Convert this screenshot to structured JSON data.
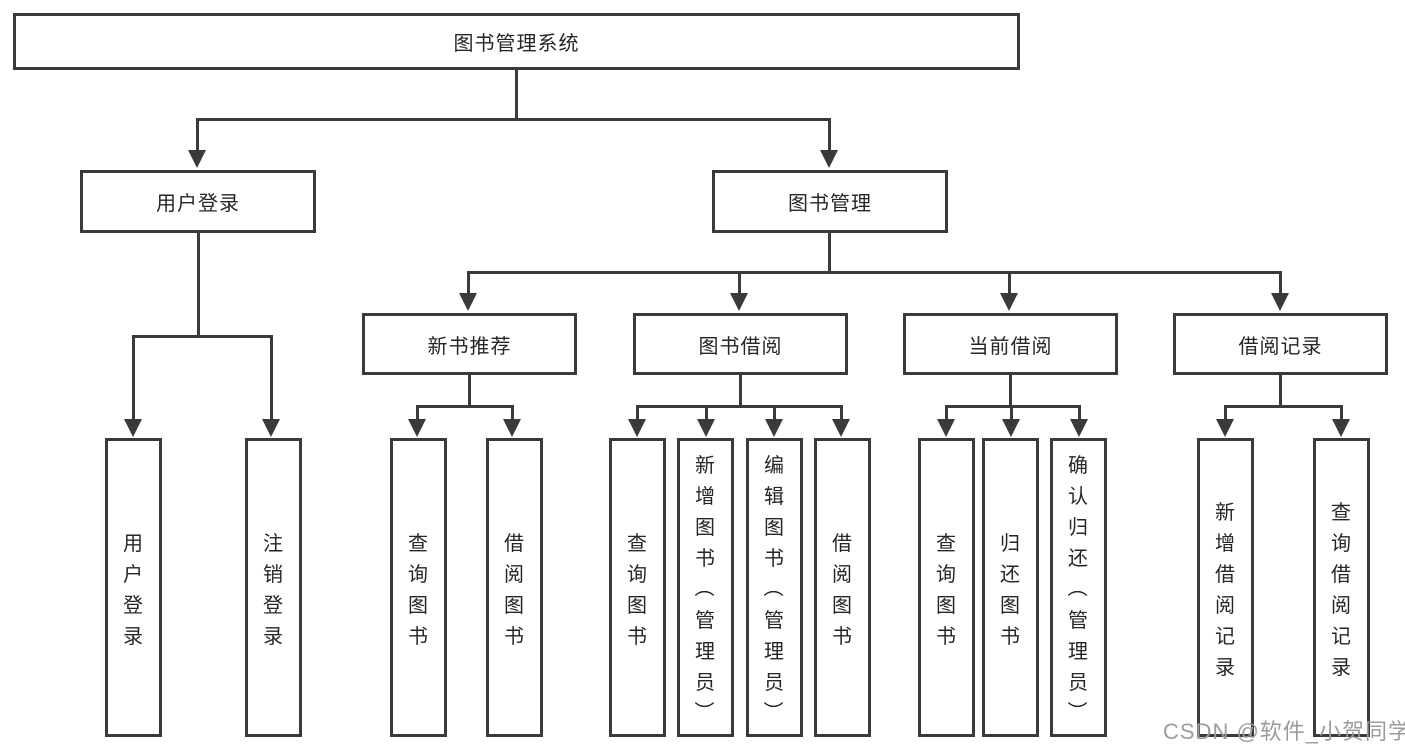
{
  "tree": {
    "label": "图书管理系统",
    "children": [
      {
        "label": "用户登录",
        "children": [
          {
            "label": "用户登录"
          },
          {
            "label": "注销登录"
          }
        ]
      },
      {
        "label": "图书管理",
        "children": [
          {
            "label": "新书推荐",
            "children": [
              {
                "label": "查询图书"
              },
              {
                "label": "借阅图书"
              }
            ]
          },
          {
            "label": "图书借阅",
            "children": [
              {
                "label": "查询图书"
              },
              {
                "label": "新增图书（管理员）"
              },
              {
                "label": "编辑图书（管理员）"
              },
              {
                "label": "借阅图书"
              }
            ]
          },
          {
            "label": "当前借阅",
            "children": [
              {
                "label": "查询图书"
              },
              {
                "label": "归还图书"
              },
              {
                "label": "确认归还（管理员）"
              }
            ]
          },
          {
            "label": "借阅记录",
            "children": [
              {
                "label": "新增借阅记录"
              },
              {
                "label": "查询借阅记录"
              }
            ]
          }
        ]
      }
    ]
  },
  "watermark": {
    "text": "CSDN @软件_小贺同学"
  },
  "colors": {
    "line": "#3a3a3a",
    "text": "#262626",
    "watermark": "#9c9c9c",
    "background": "#ffffff"
  }
}
